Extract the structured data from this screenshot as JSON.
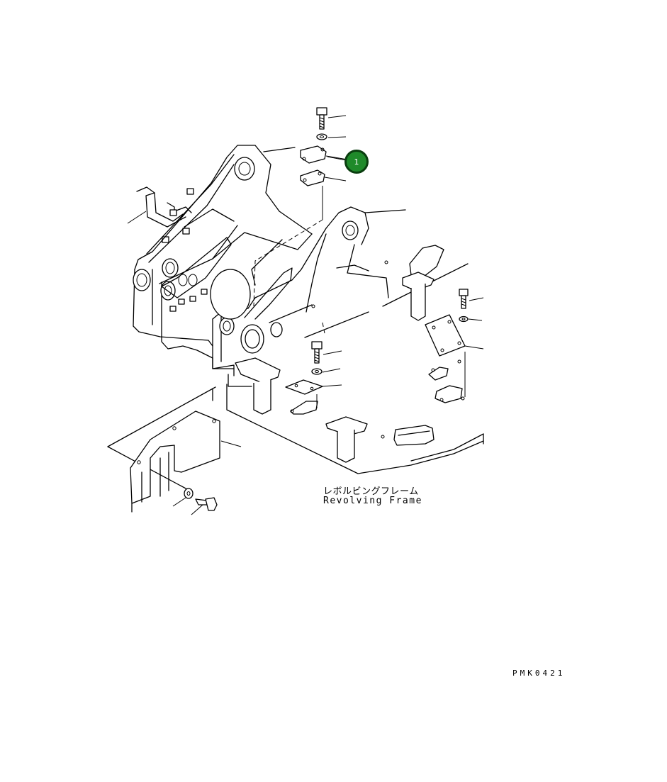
{
  "figure": {
    "callout": {
      "number": "1",
      "color": "#1f8a2a"
    },
    "frame_label_jp": "レボルビングフレーム",
    "frame_label_en": "Revolving Frame",
    "drawing_code": "PMK0421"
  }
}
